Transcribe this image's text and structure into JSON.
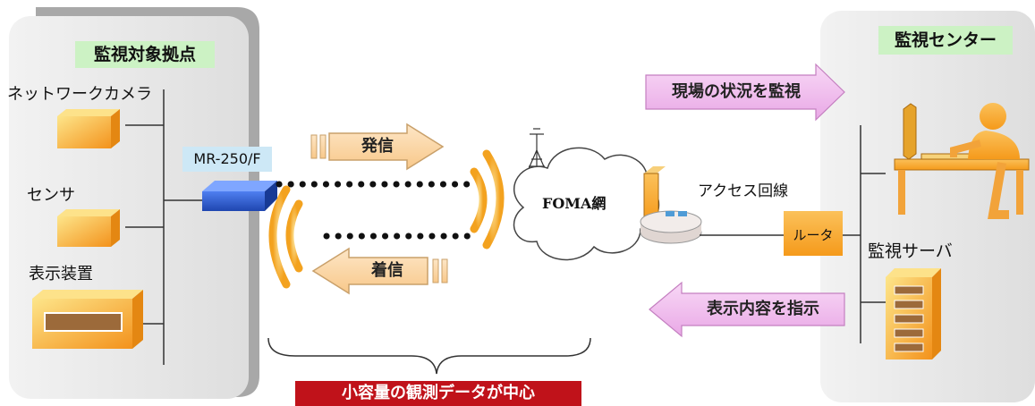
{
  "site": {
    "title": "監視対象拠点",
    "devices": [
      {
        "label": "ネットワークカメラ"
      },
      {
        "label": "センサ"
      },
      {
        "label": "表示装置"
      }
    ],
    "router_model": "MR-250/F"
  },
  "flow": {
    "outgoing_label": "発信",
    "incoming_label": "着信",
    "network_label": "FOMA網",
    "access_line_label": "アクセス回線",
    "caption": "小容量の観測データが中心"
  },
  "center": {
    "title": "監視センター",
    "monitor_arrow": "現場の状況を監視",
    "instruct_arrow": "表示内容を指示",
    "router_label": "ルータ",
    "server_label": "監視サーバ"
  },
  "colors": {
    "panel_gray": "#e6e6e6",
    "title_bg": "#ccf2c4",
    "router_blue": "#2f5fd0",
    "model_bg": "#cde8f6",
    "orange": "#f4a623",
    "wave": "#f5b035",
    "pink": "#f2c2f0",
    "caption_red": "#c0121a",
    "peach": "#fbd9a8"
  }
}
